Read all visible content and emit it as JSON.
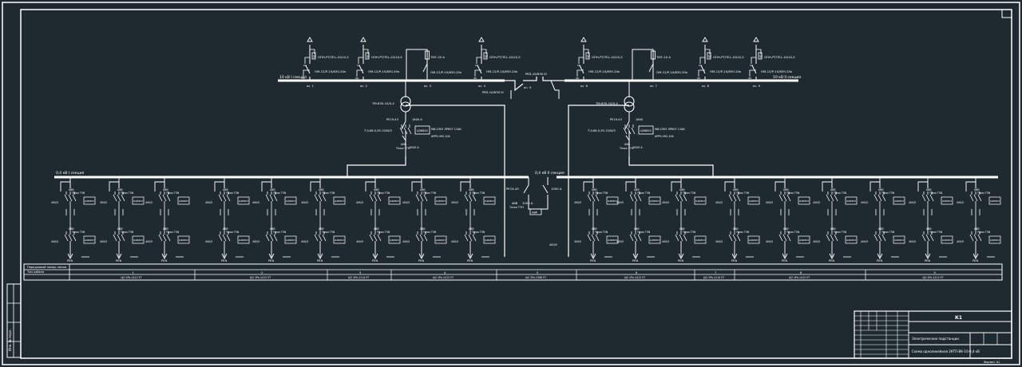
{
  "colors": {
    "background": "#1f2a30",
    "line": "#ffffff",
    "text": "#ffffff"
  },
  "hv_section1_label": "10 кВ I секция",
  "hv_section2_label": "10 кВ II секция",
  "lv_section1_label": "0,4 кВ I секция",
  "lv_section2_label": "0,4 кВ II секция",
  "hv_feeders": [
    {
      "top": "ОПН-РТ/TEL-10/10,5",
      "bottom": "ОМ-12/Р-10/630-20к",
      "num": "яч. 1"
    },
    {
      "top": "ОПН-РТ/TEL-10/10,5",
      "bottom": "ОМ-12/Р-10/630-20к",
      "num": "яч. 2"
    },
    {
      "top": "ТМГ-20 А",
      "bottom": "ОМ-12/Р-10/630-20к",
      "num": "яч. 3"
    },
    {
      "top": "ОПН-РТ/TEL-10/10,5",
      "bottom": "ОМ-12/Р-10/630-20к",
      "num": "яч. 4"
    },
    {
      "top": "ОПН-РТ/TEL-10/10,5",
      "bottom": "ОМ-12/Р-10/630-20к",
      "num": "яч. 6"
    },
    {
      "top": "ТМГ-20 А",
      "bottom": "ОМ-12/Р-10/630-20к",
      "num": "яч. 7"
    },
    {
      "top": "ОПН-РТ/TEL-10/10,5",
      "bottom": "ОМ-12/Р-10/630-20к",
      "num": "яч. 8"
    },
    {
      "top": "ОПН-РТ/TEL-10/10,5",
      "bottom": "ОМ-12/Р-10/630-20к",
      "num": "яч. 9"
    }
  ],
  "sectionalizer": {
    "top": "РВЗ-10/630 III",
    "bottom": "РВЗ-10/630 III",
    "num": "яч. 5"
  },
  "transformers": [
    {
      "name": "ТМ-630-10/0,4",
      "breaker": "РЕ19-43",
      "current": "1600 А",
      "ct": "Т-0,66-0,5S-1500/5",
      "meter": "ЦЭ6850",
      "device1": "МИ-2303 ЛРК07 11АБ",
      "device2": "АРРS.092.104",
      "auto": "АВВ",
      "relay": "Tmax T7H",
      "out": "1600 А"
    },
    {
      "name": "ТМ-630-10/0,4",
      "breaker": "РЕ19-43",
      "current": "1600",
      "ct": "Т-0,66-0,5S-1500/5",
      "meter": "ЦЭ6850",
      "device1": "МИ-2303 ЛРК07 11АБ",
      "device2": "АРРS.092.104",
      "auto": "АВВ",
      "relay": "Tmax T7H",
      "out": "1600 А"
    }
  ],
  "tie_breaker": {
    "name": "РЕ19-43",
    "current": "1000 А",
    "out": "1000 А",
    "auto": "АВВ",
    "relay": "Tmax T7H",
    "avr": "АВР"
  },
  "lv_feeder_labels": {
    "auto": "АВВ",
    "relay": "Tmax T5N",
    "ct": "400/5",
    "meter": "ЦЭ6803",
    "pen": "PEN"
  },
  "table": {
    "row1": "Порядковый номер линии",
    "row2": "Тип кабеля",
    "row3_nums": [
      "1",
      "2",
      "3",
      "4",
      "5",
      "6",
      "7",
      "8",
      "9"
    ],
    "cable_types": [
      "ЦО 1Рк-1412 УТ",
      "ЦО 1Рк-1412 УТ",
      "ЦО 1Рк-1114 УТ",
      "ЦО 1Рк-1412 УТ",
      "ЦО 1Рк-1398 УТ",
      "ЦО 1Рк-1412 УТ",
      "ЦО 1Рк-1114 УТ",
      "ЦО 1Рк-1412 УТ",
      "ЦО 1Рк-1412 УТ"
    ]
  },
  "title_block": {
    "code": "К1",
    "title": "Схема однолинейная 2КТП-ВК-10-0,4 кВ",
    "subtitle": "Электрические подстанции",
    "format": "Формат А1"
  },
  "stamp_text": "Инв. № подл."
}
